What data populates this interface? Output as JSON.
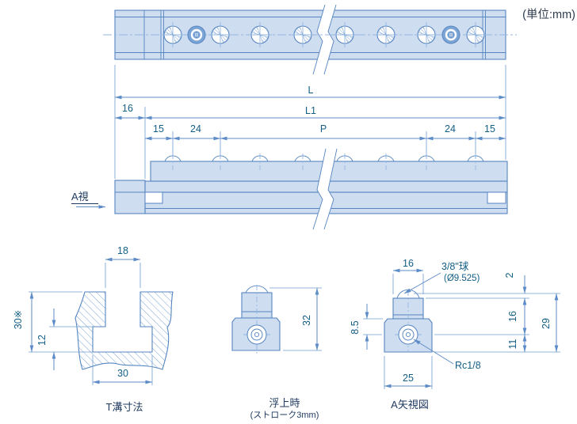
{
  "unit_note": "(単位:mm)",
  "colors": {
    "body_fill": "#CFDDF1",
    "outline": "#5585C0",
    "ring_accent": "#7CA5D6",
    "centerline": "#93B6E2",
    "dimension_line": "#5D8CC7",
    "number_text": "#145E86",
    "caption_text": "#1F3A5F"
  },
  "length_dims": {
    "L": "L",
    "L1": "L1",
    "left_offset": "16",
    "end_left": "15",
    "pitch_first": "24",
    "pitch": "P",
    "pitch_last": "24",
    "end_right": "15"
  },
  "side_view": {
    "view_label": "A視"
  },
  "t_groove": {
    "top_width": "18",
    "total_height": "30※",
    "lower_height": "12",
    "bottom_width": "30",
    "caption": "T溝寸法"
  },
  "floating": {
    "height": "32",
    "caption": "浮上時",
    "sub_caption": "(ストローク3mm)"
  },
  "a_view": {
    "top_width": "16",
    "ball_label": "3/8\"球",
    "ball_dia": "(Ø9.525)",
    "protrusion": "2",
    "upper_height": "16",
    "lower_height": "11",
    "total_height": "29",
    "step_height": "8.5",
    "bottom_width": "25",
    "thread_label": "Rc1/8",
    "caption": "A矢視図"
  }
}
